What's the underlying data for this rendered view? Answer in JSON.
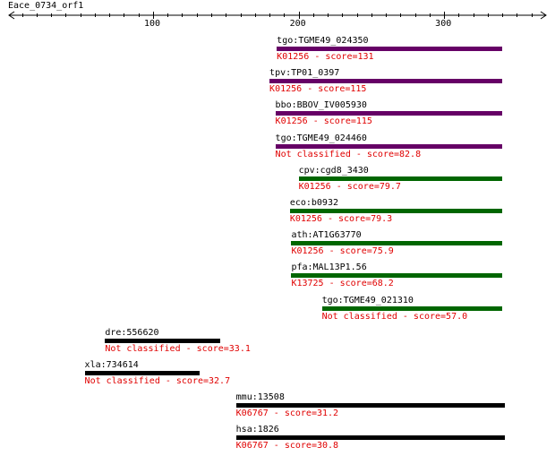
{
  "query_title": "Eace_0734_orf1",
  "axis": {
    "min": 1,
    "max": 370,
    "labels": [
      100,
      200,
      300
    ],
    "minor_step": 10
  },
  "colors": {
    "purple": "#660066",
    "green": "#006600",
    "black": "#000000",
    "text_red": "#e00000"
  },
  "hits": [
    {
      "name": "tgo:TGME49_024350",
      "start": 185,
      "end": 340,
      "color": "purple",
      "ko": "K01256 - score=131"
    },
    {
      "name": "tpv:TP01_0397",
      "start": 180,
      "end": 340,
      "color": "purple",
      "ko": "K01256 - score=115"
    },
    {
      "name": "bbo:BBOV_IV005930",
      "start": 184,
      "end": 340,
      "color": "purple",
      "ko": "K01256 - score=115"
    },
    {
      "name": "tgo:TGME49_024460",
      "start": 184,
      "end": 340,
      "color": "purple",
      "ko": "Not classified - score=82.8"
    },
    {
      "name": "cpv:cgd8_3430",
      "start": 200,
      "end": 340,
      "color": "green",
      "ko": "K01256 - score=79.7"
    },
    {
      "name": "eco:b0932",
      "start": 194,
      "end": 340,
      "color": "green",
      "ko": "K01256 - score=79.3"
    },
    {
      "name": "ath:AT1G63770",
      "start": 195,
      "end": 340,
      "color": "green",
      "ko": "K01256 - score=75.9"
    },
    {
      "name": "pfa:MAL13P1.56",
      "start": 195,
      "end": 340,
      "color": "green",
      "ko": "K13725 - score=68.2"
    },
    {
      "name": "tgo:TGME49_021310",
      "start": 216,
      "end": 340,
      "color": "green",
      "ko": "Not classified - score=57.0"
    },
    {
      "name": "dre:556620",
      "start": 67,
      "end": 146,
      "color": "black",
      "ko": "Not classified - score=33.1"
    },
    {
      "name": "xla:734614",
      "start": 53,
      "end": 132,
      "color": "black",
      "ko": "Not classified - score=32.7"
    },
    {
      "name": "mmu:13508",
      "start": 157,
      "end": 342,
      "color": "black",
      "ko": "K06767 - score=31.2"
    },
    {
      "name": "hsa:1826",
      "start": 157,
      "end": 342,
      "color": "black",
      "ko": "K06767 - score=30.8"
    }
  ]
}
